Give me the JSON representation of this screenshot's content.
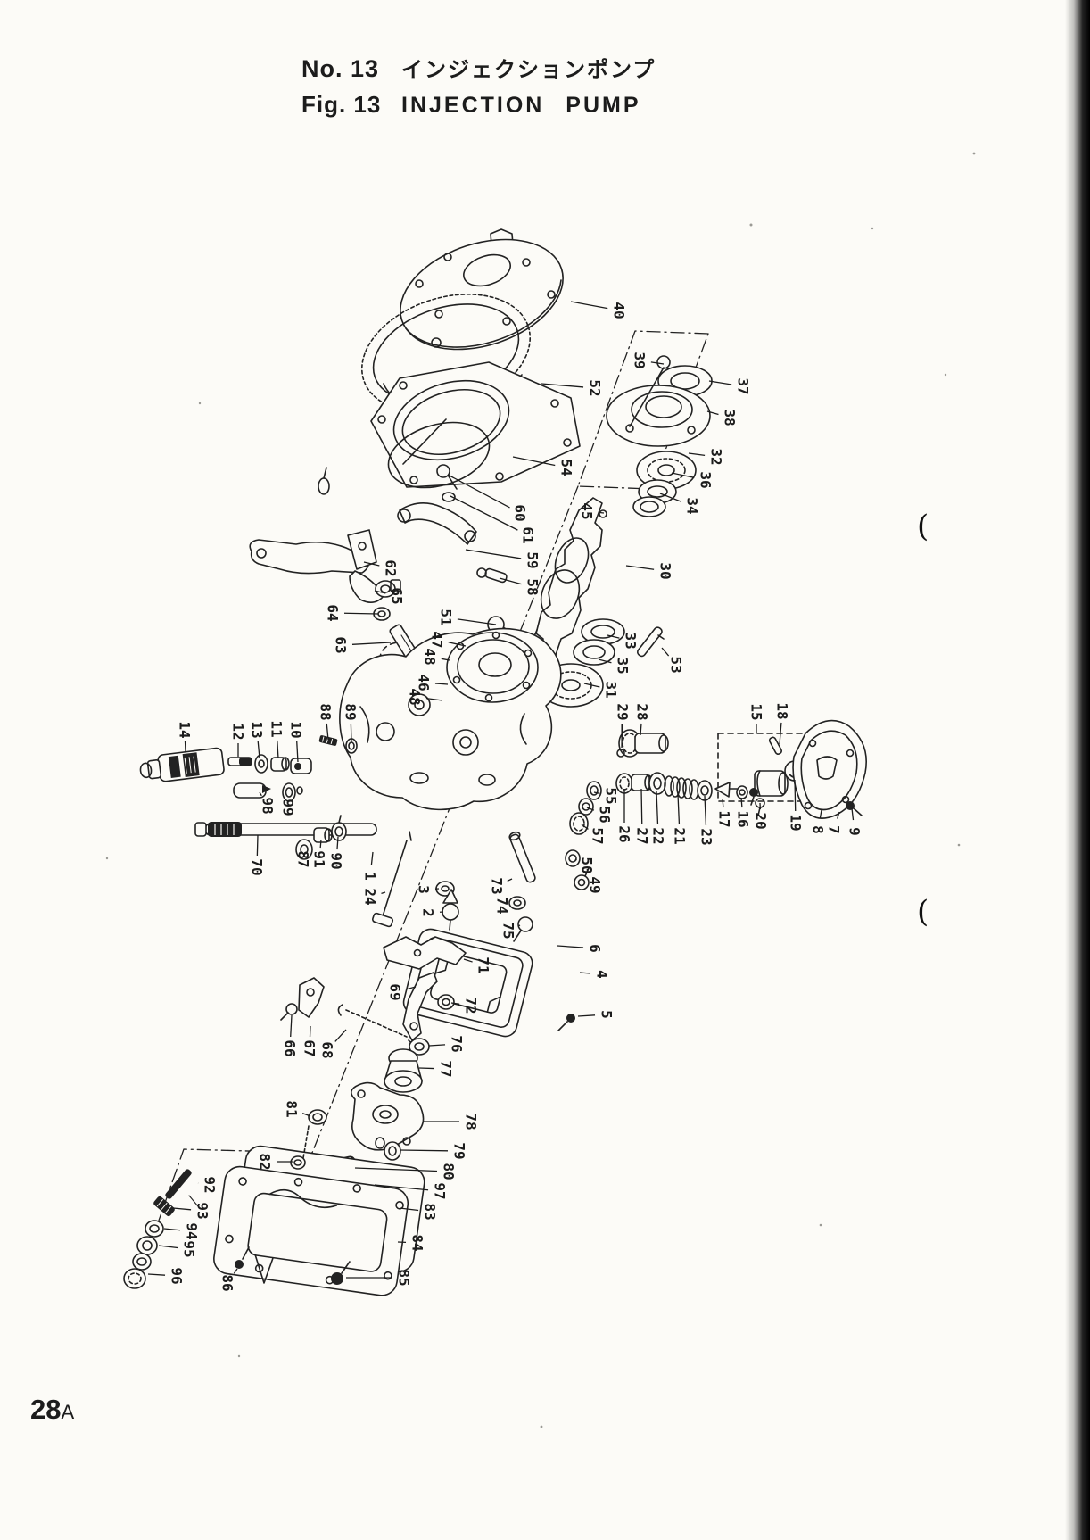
{
  "header": {
    "catalog_no_label": "No. 13",
    "catalog_title_ja": "インジェクションポンプ",
    "figure_label": "Fig. 13",
    "figure_title_en": "INJECTION PUMP"
  },
  "page_footer": {
    "page_number": "28",
    "page_suffix": "A"
  },
  "scan_artifacts": {
    "left_paren_top": "(",
    "left_paren_bottom": "("
  },
  "figure": {
    "callouts": [
      [
        "40",
        694,
        348,
        640,
        338
      ],
      [
        "52",
        667,
        435,
        607,
        430
      ],
      [
        "54",
        635,
        524,
        575,
        512
      ],
      [
        "39",
        717,
        404,
        744,
        408
      ],
      [
        "37",
        833,
        433,
        795,
        427
      ],
      [
        "38",
        818,
        468,
        793,
        461
      ],
      [
        "32",
        803,
        512,
        772,
        508
      ],
      [
        "36",
        791,
        538,
        753,
        530
      ],
      [
        "34",
        776,
        567,
        740,
        553
      ],
      [
        "45",
        658,
        573,
        677,
        575
      ],
      [
        "30",
        746,
        640,
        702,
        634
      ],
      [
        "60",
        583,
        575,
        502,
        532
      ],
      [
        "61",
        592,
        600,
        505,
        556
      ],
      [
        "59",
        597,
        628,
        522,
        616
      ],
      [
        "58",
        597,
        658,
        560,
        648
      ],
      [
        "62",
        438,
        637,
        408,
        630
      ],
      [
        "65",
        445,
        668,
        420,
        662
      ],
      [
        "64",
        373,
        687,
        424,
        688
      ],
      [
        "63",
        382,
        723,
        438,
        720
      ],
      [
        "51",
        500,
        692,
        556,
        700
      ],
      [
        "47",
        490,
        717,
        522,
        724
      ],
      [
        "48",
        482,
        736,
        504,
        740
      ],
      [
        "46",
        475,
        765,
        502,
        767
      ],
      [
        "48",
        465,
        781,
        496,
        785
      ],
      [
        "33",
        707,
        718,
        681,
        712
      ],
      [
        "35",
        698,
        746,
        671,
        739
      ],
      [
        "31",
        685,
        773,
        655,
        766
      ],
      [
        "53",
        758,
        745,
        742,
        726
      ],
      [
        "29",
        698,
        798,
        697,
        838
      ],
      [
        "28",
        720,
        798,
        718,
        824
      ],
      [
        "15",
        848,
        798,
        848,
        822
      ],
      [
        "18",
        877,
        797,
        874,
        834
      ],
      [
        "55",
        685,
        892,
        666,
        888
      ],
      [
        "56",
        678,
        913,
        658,
        905
      ],
      [
        "57",
        670,
        937,
        652,
        924
      ],
      [
        "26",
        700,
        935,
        700,
        884
      ],
      [
        "27",
        720,
        937,
        719,
        884
      ],
      [
        "22",
        738,
        937,
        736,
        887
      ],
      [
        "21",
        762,
        937,
        760,
        890
      ],
      [
        "23",
        792,
        938,
        790,
        892
      ],
      [
        "17",
        812,
        918,
        810,
        895
      ],
      [
        "16",
        833,
        918,
        831,
        894
      ],
      [
        "20",
        853,
        920,
        852,
        900
      ],
      [
        "19",
        892,
        922,
        891,
        874
      ],
      [
        "8",
        917,
        930,
        921,
        908
      ],
      [
        "7",
        935,
        930,
        941,
        910
      ],
      [
        "9",
        958,
        932,
        955,
        906
      ],
      [
        "14",
        207,
        818,
        208,
        843
      ],
      [
        "12",
        267,
        820,
        267,
        848
      ],
      [
        "13",
        288,
        818,
        291,
        850
      ],
      [
        "11",
        310,
        817,
        312,
        850
      ],
      [
        "10",
        332,
        818,
        334,
        854
      ],
      [
        "88",
        365,
        798,
        368,
        829
      ],
      [
        "89",
        393,
        798,
        394,
        832
      ],
      [
        "98",
        300,
        903,
        291,
        888
      ],
      [
        "99",
        323,
        905,
        325,
        893
      ],
      [
        "70",
        288,
        972,
        289,
        936
      ],
      [
        "87",
        340,
        963,
        341,
        950
      ],
      [
        "91",
        358,
        963,
        360,
        941
      ],
      [
        "90",
        377,
        965,
        379,
        938
      ],
      [
        "1",
        415,
        982,
        418,
        955
      ],
      [
        "24",
        415,
        1005,
        432,
        1000
      ],
      [
        "3",
        475,
        997,
        492,
        996
      ],
      [
        "2",
        480,
        1023,
        497,
        1022
      ],
      [
        "73",
        557,
        993,
        574,
        985
      ],
      [
        "74",
        563,
        1015,
        577,
        1012
      ],
      [
        "75",
        570,
        1043,
        583,
        1037
      ],
      [
        "50",
        658,
        970,
        645,
        963
      ],
      [
        "49",
        667,
        992,
        656,
        989
      ],
      [
        "6",
        667,
        1063,
        625,
        1060
      ],
      [
        "4",
        675,
        1092,
        650,
        1090
      ],
      [
        "5",
        680,
        1137,
        648,
        1139
      ],
      [
        "71",
        542,
        1082,
        520,
        1075
      ],
      [
        "72",
        528,
        1127,
        506,
        1124
      ],
      [
        "69",
        443,
        1112,
        466,
        1106
      ],
      [
        "66",
        325,
        1175,
        327,
        1138
      ],
      [
        "67",
        347,
        1175,
        348,
        1150
      ],
      [
        "68",
        367,
        1177,
        388,
        1154
      ],
      [
        "81",
        327,
        1243,
        348,
        1251
      ],
      [
        "76",
        512,
        1170,
        481,
        1172
      ],
      [
        "77",
        500,
        1198,
        470,
        1197
      ],
      [
        "78",
        528,
        1257,
        474,
        1257
      ],
      [
        "79",
        515,
        1290,
        448,
        1289
      ],
      [
        "80",
        503,
        1313,
        398,
        1309
      ],
      [
        "97",
        493,
        1335,
        420,
        1328
      ],
      [
        "83",
        482,
        1358,
        448,
        1354
      ],
      [
        "84",
        468,
        1393,
        446,
        1392
      ],
      [
        "85",
        453,
        1432,
        388,
        1432
      ],
      [
        "86",
        255,
        1438,
        266,
        1422
      ],
      [
        "82",
        297,
        1302,
        328,
        1302
      ],
      [
        "92",
        235,
        1328,
        222,
        1326
      ],
      [
        "93",
        227,
        1357,
        194,
        1354
      ],
      [
        "94",
        215,
        1380,
        184,
        1377
      ],
      [
        "95",
        212,
        1400,
        178,
        1396
      ],
      [
        "96",
        198,
        1430,
        166,
        1428
      ]
    ]
  }
}
